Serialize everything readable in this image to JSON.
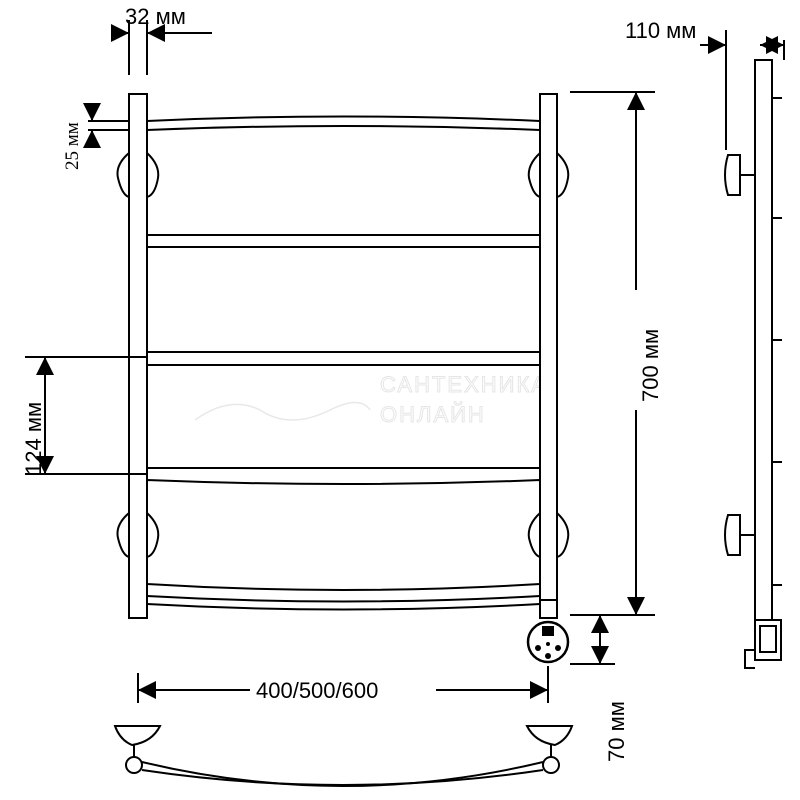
{
  "dimensions": {
    "pipe_diameter": "32 мм",
    "wall_offset": "110 мм",
    "rung_diameter": "25 мм",
    "rung_spacing": "124 мм",
    "height": "700 мм",
    "width": "400/500/600",
    "bottom_outlet": "70 мм"
  },
  "watermark": {
    "line1": "САНТЕХНИКА",
    "line2": "ОНЛАЙН"
  },
  "colors": {
    "line": "#000000",
    "background": "#ffffff",
    "watermark": "#e6e6e6"
  }
}
